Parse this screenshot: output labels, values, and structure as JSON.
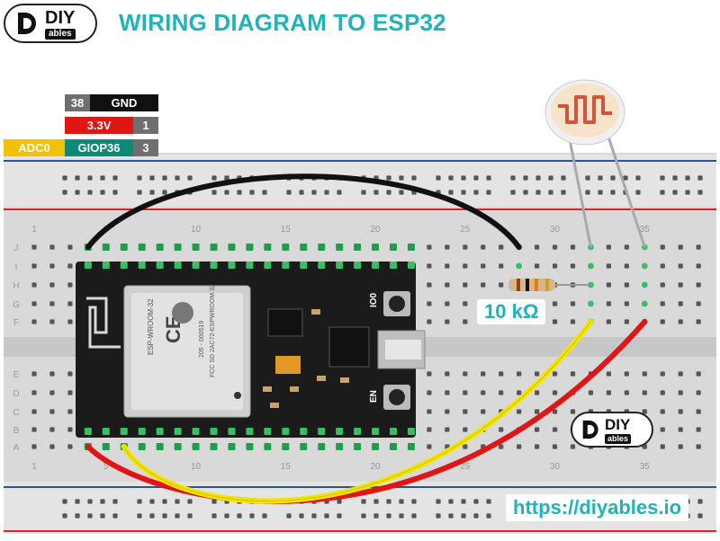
{
  "title": "WIRING DIAGRAM TO ESP32",
  "logo": {
    "diy": "DIY",
    "ables": "ables"
  },
  "pin_table": [
    {
      "num": "38",
      "name": "GND"
    },
    {
      "name": "3.3V",
      "num": "1"
    },
    {
      "alt": "ADC0",
      "name": "GIOP36",
      "num": "3"
    }
  ],
  "breadboard": {
    "row_letters_top": [
      "J",
      "I",
      "H",
      "G",
      "F"
    ],
    "row_letters_bottom": [
      "E",
      "D",
      "C",
      "B",
      "A"
    ],
    "col_numbers": [
      "1",
      "5",
      "10",
      "15",
      "20",
      "25",
      "30",
      "35"
    ]
  },
  "esp32": {
    "module": "ESP-WROOM-32",
    "cert": "205 - 000519",
    "fcc": "FCC SD 2AC72-ESPWROOM 32",
    "btn_top": "IO0",
    "btn_bottom": "EN"
  },
  "resistor_label": "10 kΩ",
  "url": "https://diyables.io",
  "colors": {
    "title": "#1fb5b8",
    "gnd_wire": "#111111",
    "power_wire": "#e01616",
    "signal_wire": "#f2e600"
  }
}
